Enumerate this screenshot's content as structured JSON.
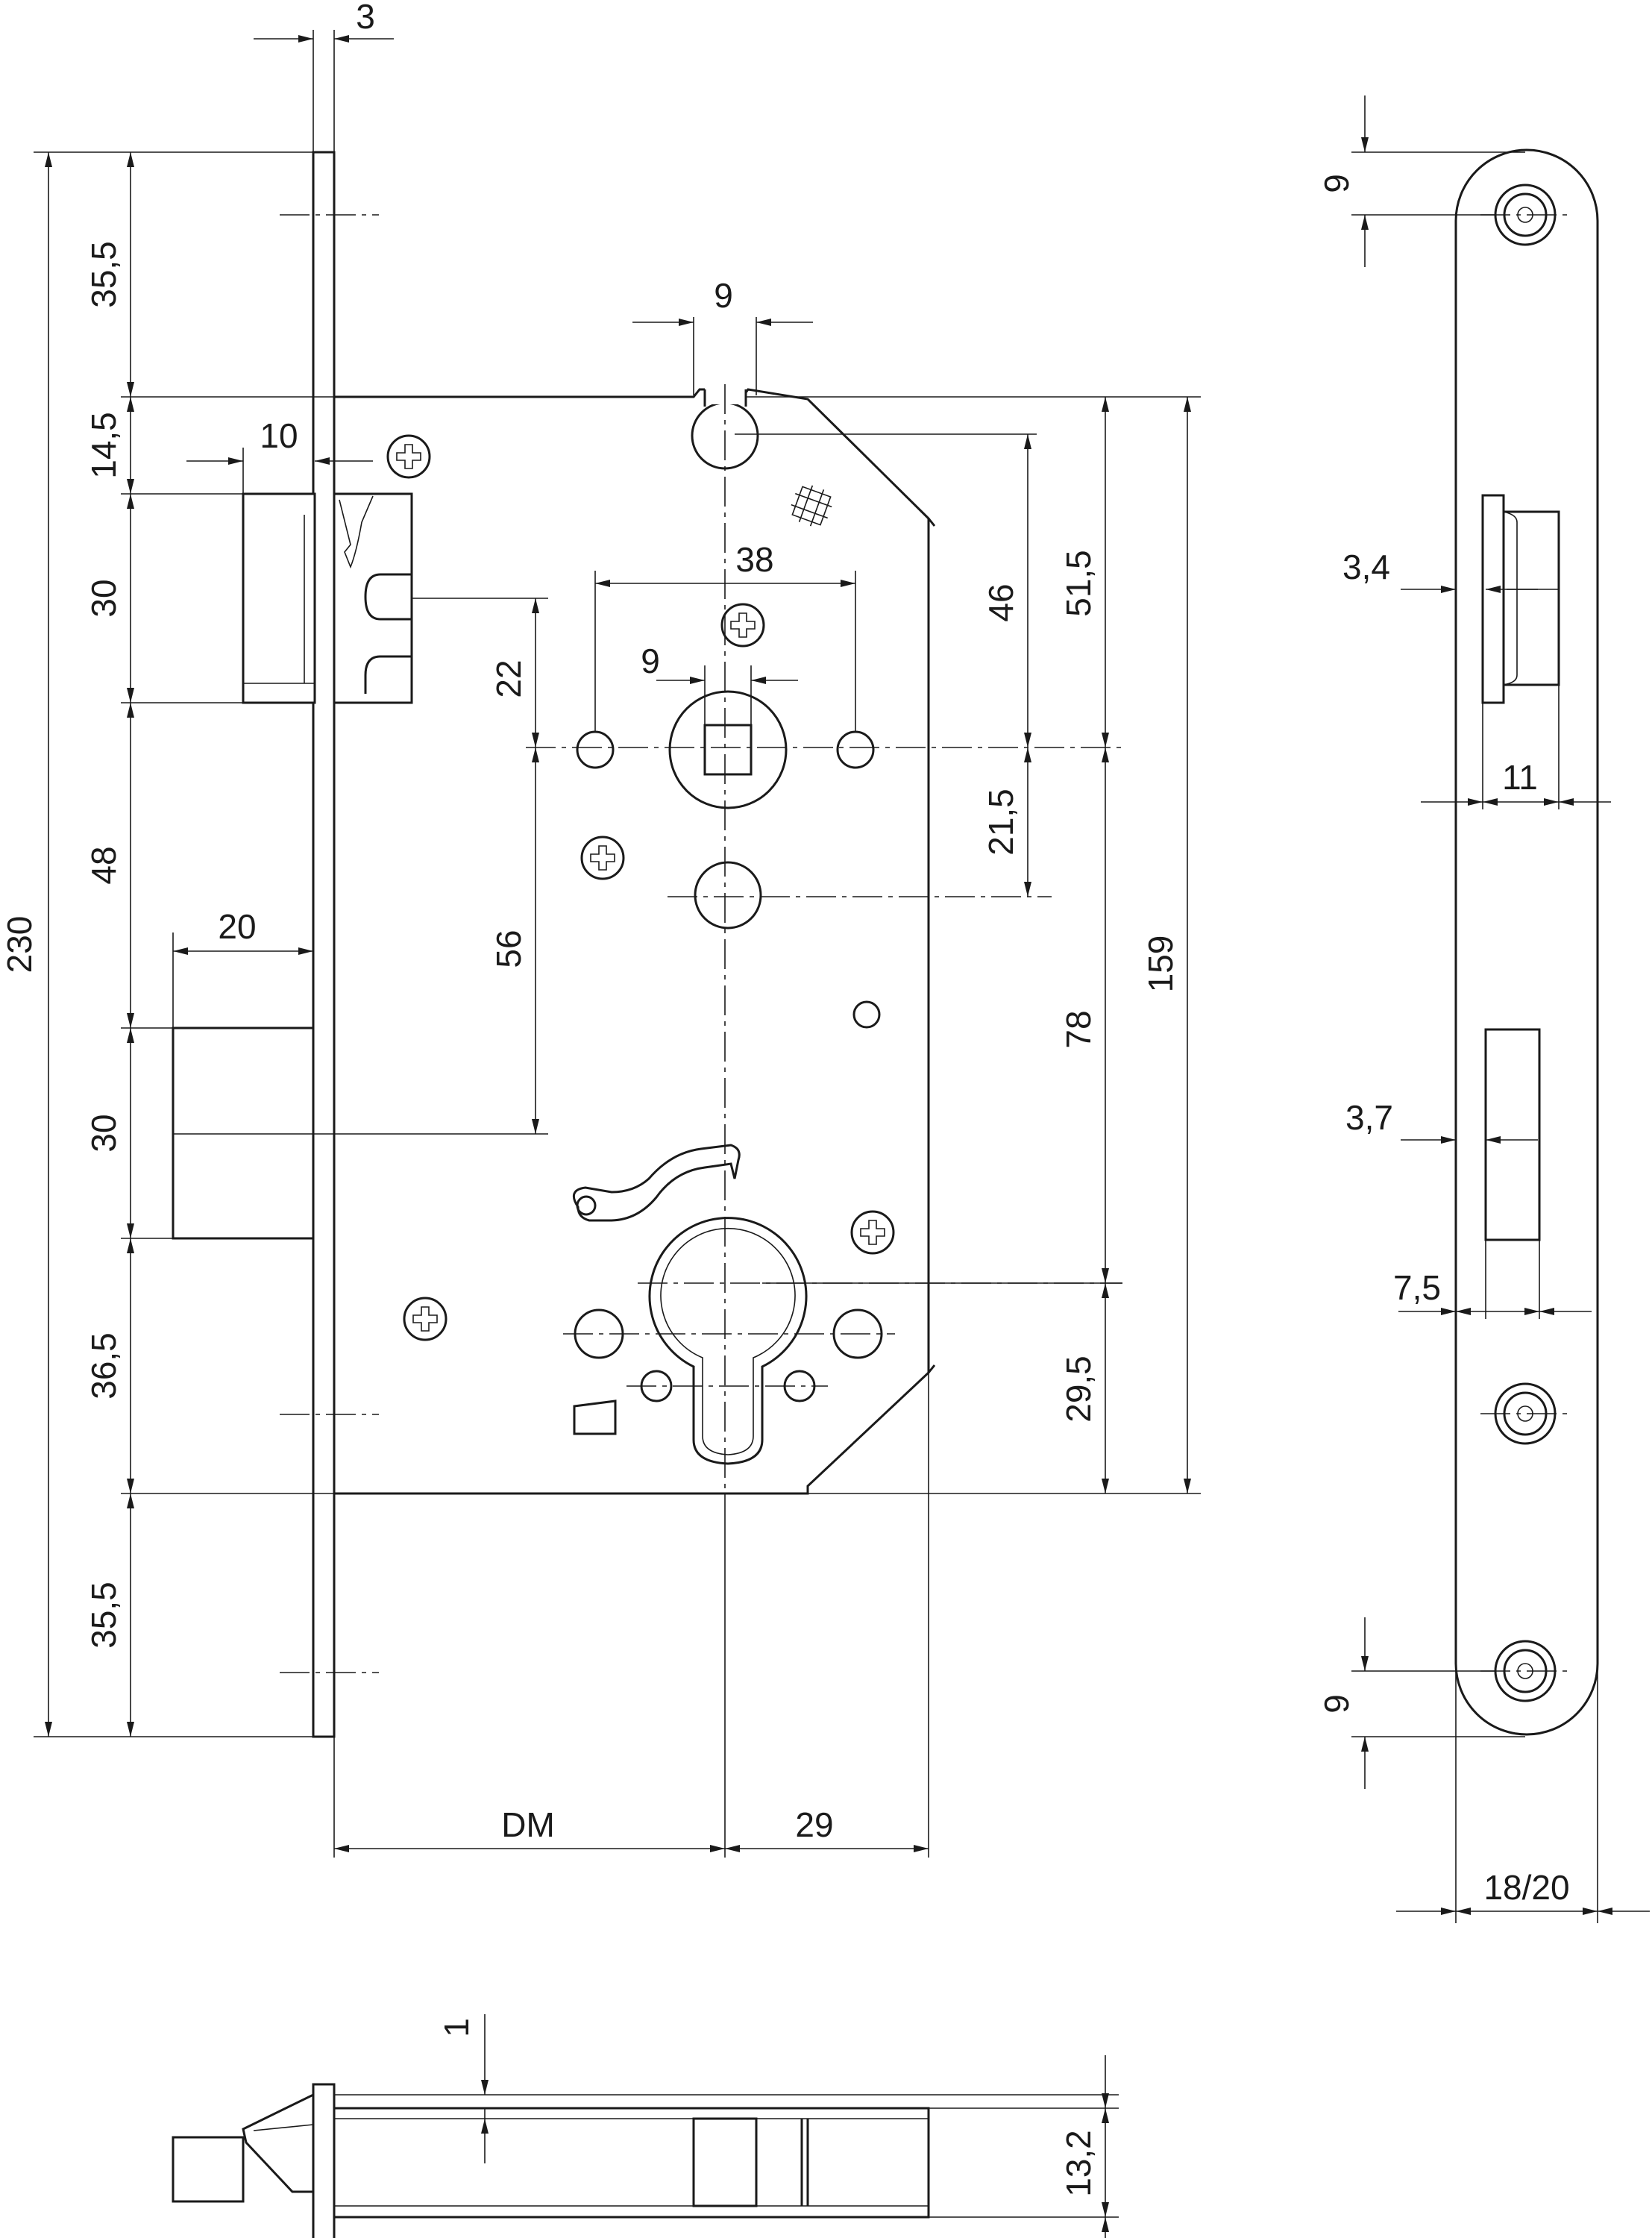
{
  "dimensions": {
    "faceplate_thickness": "3",
    "total_height": "230",
    "top_offset": "35,5",
    "latch_offset": "14,5",
    "latch_height": "30",
    "latch_to_bolt": "48",
    "bolt_height": "30",
    "bolt_to_bottom": "36,5",
    "bottom_offset": "35,5",
    "latch_projection": "10",
    "bolt_projection": "20",
    "top_slot_width": "9",
    "handle_hole_spacing": "38",
    "spindle_square": "9",
    "latch_to_spindle": "22",
    "spindle_to_bolt": "56",
    "top_to_spindle": "46",
    "spindle_to_hole": "21,5",
    "case_top_to_spindle": "51,5",
    "spindle_to_cylinder": "78",
    "cylinder_to_bottom": "29,5",
    "case_height": "159",
    "backset": "DM",
    "cylinder_to_case_back": "29",
    "strike_screw_top": "9",
    "latch_slot_width": "3,4",
    "latch_slot_offset": "11",
    "bolt_slot_width": "3,7",
    "bolt_slot_offset": "7,5",
    "strike_screw_bottom": "9",
    "faceplate_width": "18/20",
    "bolt_recess": "1",
    "case_thickness": "13,2"
  }
}
